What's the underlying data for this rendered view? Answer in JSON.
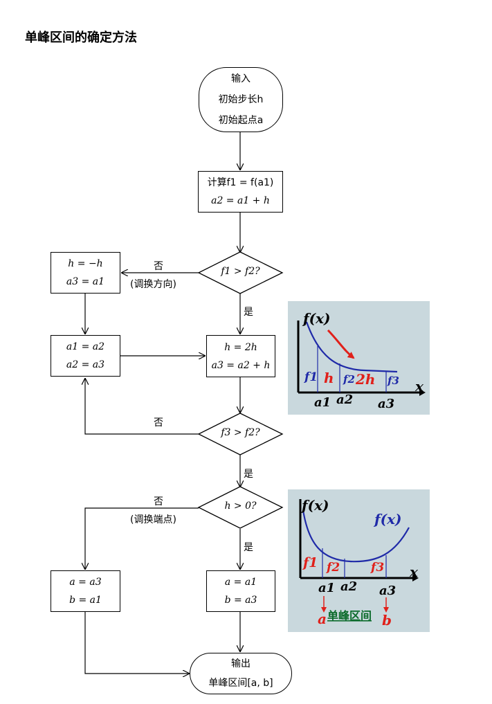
{
  "page_title": "单峰区间的确定方法",
  "nodes": {
    "start": {
      "l1": "输入",
      "l2": "初始步长h",
      "l3": "初始起点a"
    },
    "compute": {
      "l1": "计算f1 = f(a1)",
      "l2": "a2 = a1 + h"
    },
    "d1": {
      "text": "f1 > f2?"
    },
    "reverse": {
      "l1": "h = −h",
      "l2": "a3 = a1"
    },
    "shift": {
      "l1": "a1 = a2",
      "l2": "a2 = a3"
    },
    "double": {
      "l1": "h = 2h",
      "l2": "a3 = a2 + h"
    },
    "d2": {
      "text": "f3 > f2?"
    },
    "d3": {
      "text": "h > 0?"
    },
    "endneg": {
      "l1": "a = a3",
      "l2": "b = a1"
    },
    "endpos": {
      "l1": "a = a1",
      "l2": "b = a3"
    },
    "output": {
      "l1": "输出",
      "l2": "单峰区间[a, b]"
    }
  },
  "labels": {
    "no1": "否",
    "no1_sub": "(调换方向)",
    "yes1": "是",
    "no2": "否",
    "yes2": "是",
    "no3": "否",
    "no3_sub": "(调换端点)",
    "yes3": "是"
  },
  "figure1": {
    "fx": "f(x)",
    "x": "x",
    "f1": "f1",
    "f2": "f2",
    "f3": "f3",
    "h": "h",
    "h2": "2h",
    "a1": "a1",
    "a2": "a2",
    "a3": "a3"
  },
  "figure2": {
    "fx_left": "f(x)",
    "fx_right": "f(x)",
    "x": "x",
    "f1": "f1",
    "f2": "f2",
    "f3": "f3",
    "a1": "a1",
    "a2": "a2",
    "a3": "a3",
    "a": "a",
    "b": "b",
    "interval": "单峰区间"
  },
  "colors": {
    "fig_bg": "#c9d8dd",
    "curve": "#1f2aa8",
    "red": "#e0201a",
    "green": "#0a6a2a"
  }
}
